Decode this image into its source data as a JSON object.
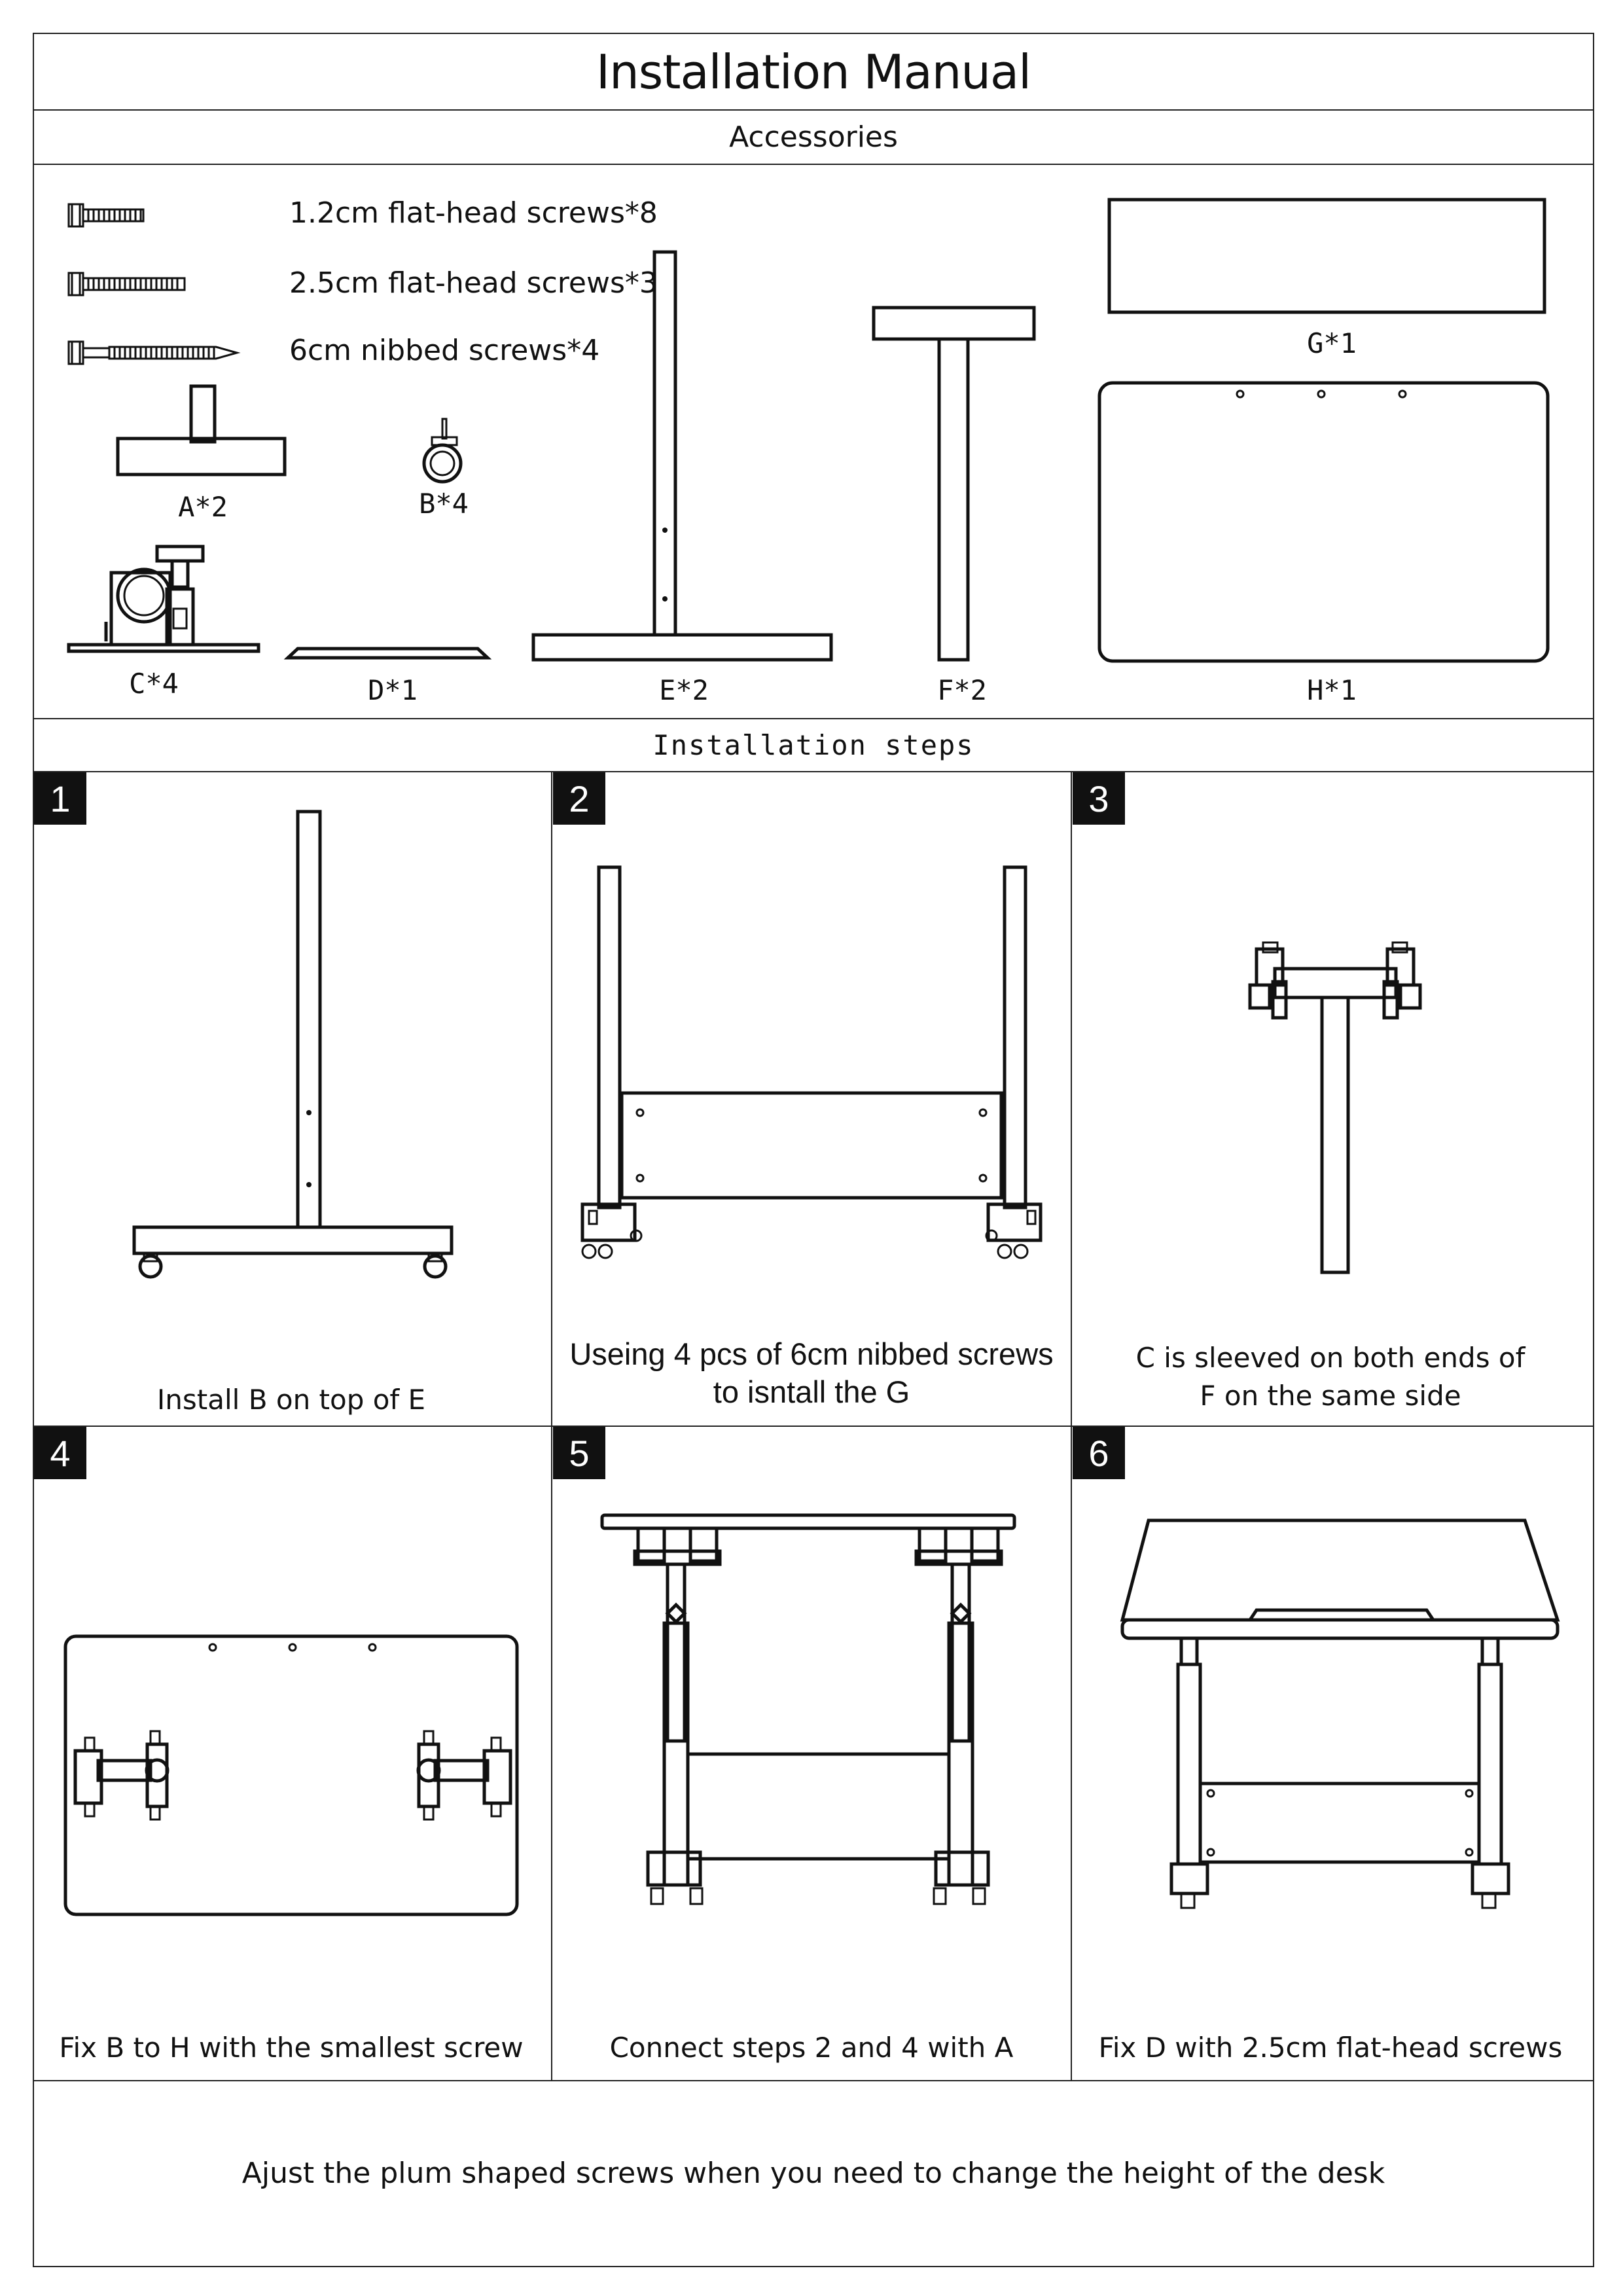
{
  "title": "Installation Manual",
  "accessories_heading": "Accessories",
  "steps_heading": "Installation steps",
  "parts": {
    "screw_12": "1.2cm flat-head screws*8",
    "screw_25": "2.5cm flat-head screws*3",
    "screw_6": "6cm nibbed screws*4",
    "A": "A*2",
    "B": "B*4",
    "C": "C*4",
    "D": "D*1",
    "E": "E*2",
    "F": "F*2",
    "G": "G*1",
    "H": "H*1"
  },
  "steps": [
    {
      "number": "1",
      "caption": [
        "Install B on top of E"
      ]
    },
    {
      "number": "2",
      "caption": [
        "Useing 4 pcs of 6cm nibbed screws",
        "to isntall the G"
      ]
    },
    {
      "number": "3",
      "caption": [
        "C is sleeved on both ends of",
        "F on the same side"
      ]
    },
    {
      "number": "4",
      "caption": [
        "Fix B to H with the smallest screw"
      ]
    },
    {
      "number": "5",
      "caption": [
        "Connect steps 2 and 4 with A"
      ]
    },
    {
      "number": "6",
      "caption": [
        "Fix D with 2.5cm flat-head screws"
      ]
    }
  ],
  "footer_note": "Ajust the plum shaped screws when you need to change the height of the desk",
  "colors": {
    "line": "#111111",
    "step_badge_bg": "#111111",
    "step_badge_text": "#ffffff",
    "background": "#ffffff"
  }
}
